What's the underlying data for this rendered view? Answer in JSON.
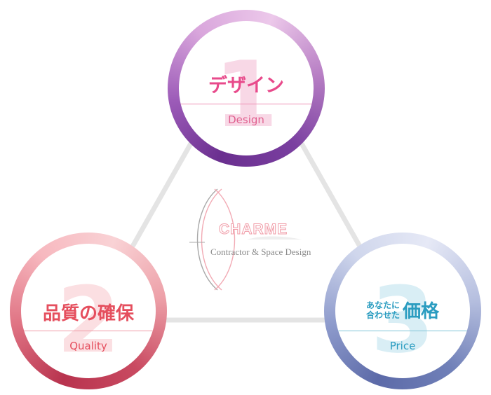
{
  "diagram": {
    "nodes": [
      {
        "number": "1",
        "title": "デザイン",
        "subtitle": "Design"
      },
      {
        "number": "2",
        "title": "品質の確保",
        "subtitle": "Quality"
      },
      {
        "number": "3",
        "title_small_line1": "あなたに",
        "title_small_line2": "合わせた",
        "title": "価格",
        "subtitle": "Price"
      }
    ],
    "logo": {
      "name": "CHARME",
      "tagline": "Contractor & Space Design"
    }
  },
  "colors": {
    "design": "#e84a8b",
    "quality": "#e54f5e",
    "price": "#2a9cc0",
    "connector": "#e6e6e6"
  }
}
